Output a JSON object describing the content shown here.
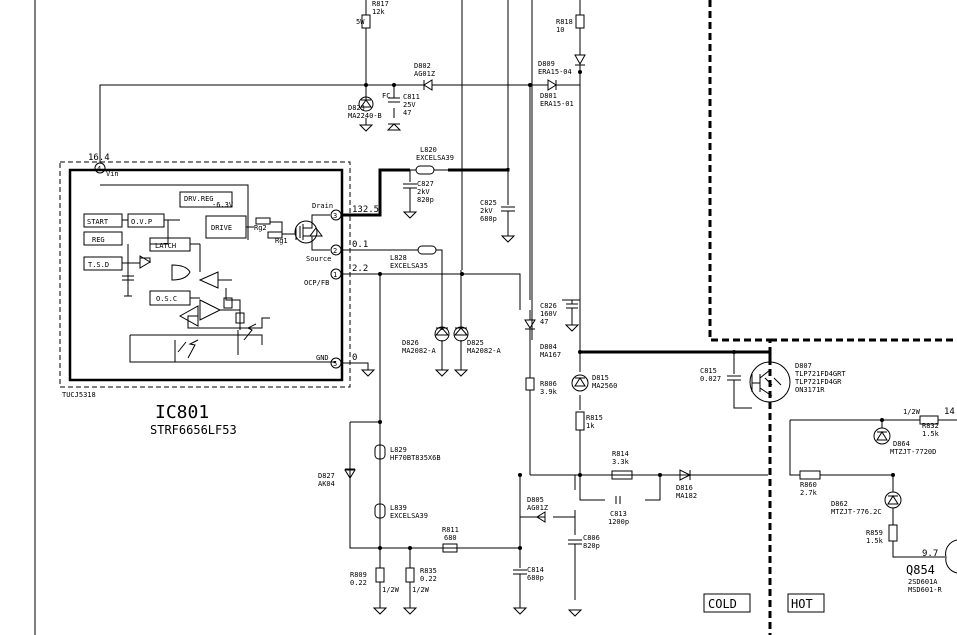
{
  "ic": {
    "name": "IC801",
    "part": "STRF6656LF53",
    "package": "TUCJ5318",
    "vin_label": "Vin",
    "vin_voltage": "16.4",
    "drain_label": "Drain",
    "drain_voltage": "132.5",
    "source_label": "Source",
    "source_voltage": "0.1",
    "ocp_label": "OCP/FB",
    "ocp_voltage": "2.2",
    "gnd_label": "GND",
    "gnd_voltage": "0",
    "pins": [
      "4",
      "3",
      "2",
      "1",
      "5"
    ],
    "blocks": {
      "start": "START",
      "reg": "REG",
      "ovp": "O.V.P",
      "tsd": "T.S.D",
      "latch": "LATCH",
      "osc": "O.S.C",
      "drv_reg": "DRV.REG",
      "drv_reg_v": "-6.3V",
      "drive": "DRIVE",
      "rg1": "Rg1",
      "rg2": "Rg2"
    }
  },
  "components": {
    "r817": [
      "R817",
      "12k",
      "5W"
    ],
    "r818": [
      "R818",
      "10"
    ],
    "d802": [
      "D802",
      "AG01Z"
    ],
    "d809": [
      "D809",
      "ERA15-04"
    ],
    "d801": [
      "D801",
      "ERA15-01"
    ],
    "d823": [
      "D823",
      "MA2240-B"
    ],
    "c811": [
      "C811",
      "25V",
      "47",
      "FC"
    ],
    "l820": [
      "L820",
      "EXCELSA39"
    ],
    "c827": [
      "C827",
      "2kV",
      "820p"
    ],
    "c825": [
      "C825",
      "2kV",
      "680p"
    ],
    "l828": [
      "L828",
      "EXCELSA35"
    ],
    "d826": [
      "D826",
      "MA2082-A"
    ],
    "d825": [
      "D825",
      "MA2082-A"
    ],
    "c826": [
      "C826",
      "160V",
      "47"
    ],
    "d804": [
      "D804",
      "MA167"
    ],
    "r806": [
      "R806",
      "3.9k"
    ],
    "d815": [
      "D815",
      "MA2560"
    ],
    "r815": [
      "R815",
      "1k"
    ],
    "c815": [
      "C815",
      "0.027"
    ],
    "d807": [
      "D807",
      "TLP721FD4GRT",
      "TLP721FD4GR",
      "ON3171R"
    ],
    "r832": [
      "R832",
      "1.5k",
      "1/2W",
      "14"
    ],
    "d864": [
      "D864",
      "MTZJT-7720D"
    ],
    "r860": [
      "R860",
      "2.7k"
    ],
    "d862": [
      "D862",
      "MTZJT-776.2C"
    ],
    "r859": [
      "R859",
      "1.5k"
    ],
    "q854": [
      "Q854",
      "2SD601A",
      "MSD601-R",
      "9.7"
    ],
    "l829": [
      "L829",
      "HF70BT835X6B"
    ],
    "d827": [
      "D827",
      "AK04"
    ],
    "l839": [
      "L839",
      "EXCELSA39"
    ],
    "r814": [
      "R814",
      "3.3k"
    ],
    "d816": [
      "D816",
      "MA182"
    ],
    "c813": [
      "C813",
      "1200p"
    ],
    "d805": [
      "D805",
      "AG01Z"
    ],
    "c806": [
      "C806",
      "820p"
    ],
    "r811": [
      "R811",
      "680"
    ],
    "c814": [
      "C814",
      "680p"
    ],
    "r809": [
      "R809",
      "0.22",
      "1/2W"
    ],
    "r835": [
      "R835",
      "0.22",
      "1/2W"
    ]
  },
  "regions": {
    "cold": "COLD",
    "hot": "HOT"
  }
}
